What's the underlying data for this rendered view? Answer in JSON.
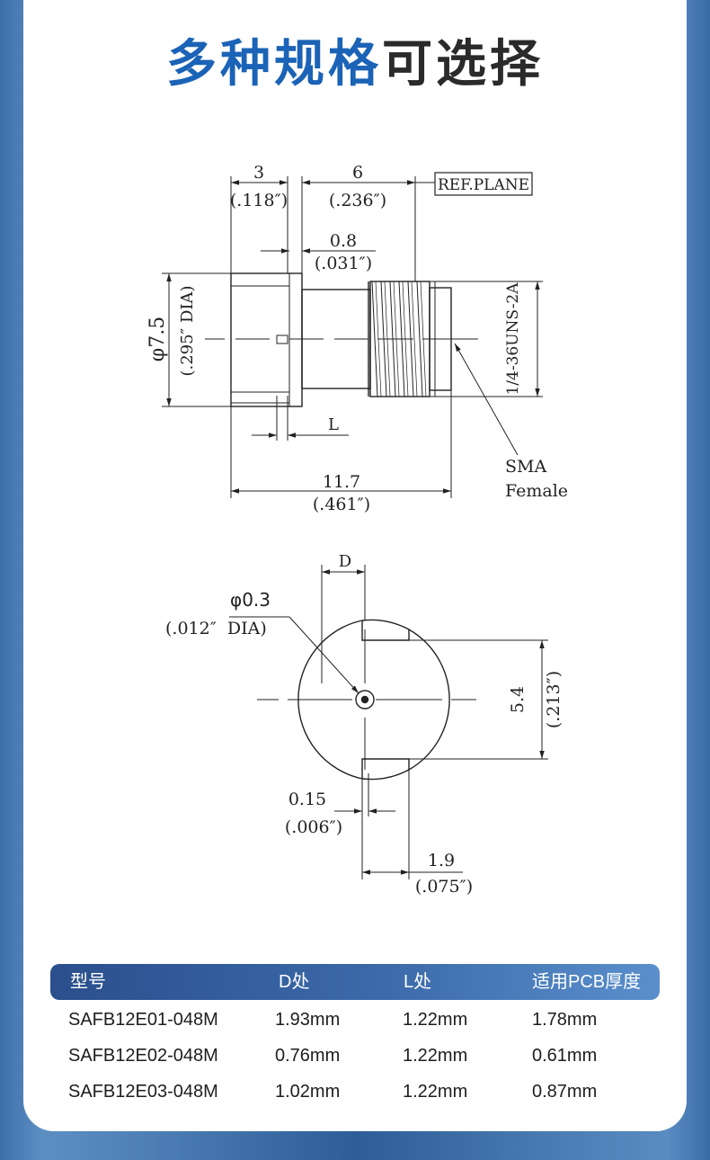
{
  "title": {
    "part1": "多种规格",
    "part2": "可选择"
  },
  "drawing_side": {
    "dim_flange_mm": "3",
    "dim_flange_in": "(.118″)",
    "dim_body_mm": "6",
    "dim_body_in": "(.236″)",
    "ref_plane": "REF.PLANE",
    "dim_step_mm": "0.8",
    "dim_step_in": "(.031″)",
    "dia_mm": "φ7.5",
    "dia_in": "(.295″ DIA)",
    "thread_spec": "1/4-36UNS-2A",
    "dim_l": "L",
    "sma_label": "SMA",
    "female_label": "Female",
    "dim_total_mm": "11.7",
    "dim_total_in": "(.461″)"
  },
  "drawing_front": {
    "dim_d": "D",
    "pin_dia_mm": "φ0.3",
    "pin_dia_in": "(.012″  DIA)",
    "dim_height_mm": "5.4",
    "dim_height_in": "(.213″)",
    "dim_gap_mm": "0.15",
    "dim_gap_in": "(.006″)",
    "dim_slot_mm": "1.9",
    "dim_slot_in": "(.075″)"
  },
  "spec_table": {
    "headers": [
      "型号",
      "D处",
      "L处",
      "适用PCB厚度"
    ],
    "rows": [
      [
        "SAFB12E01-048M",
        "1.93mm",
        "1.22mm",
        "1.78mm"
      ],
      [
        "SAFB12E02-048M",
        "0.76mm",
        "1.22mm",
        "0.61mm"
      ],
      [
        "SAFB12E03-048M",
        "1.02mm",
        "1.22mm",
        "0.87mm"
      ]
    ]
  }
}
